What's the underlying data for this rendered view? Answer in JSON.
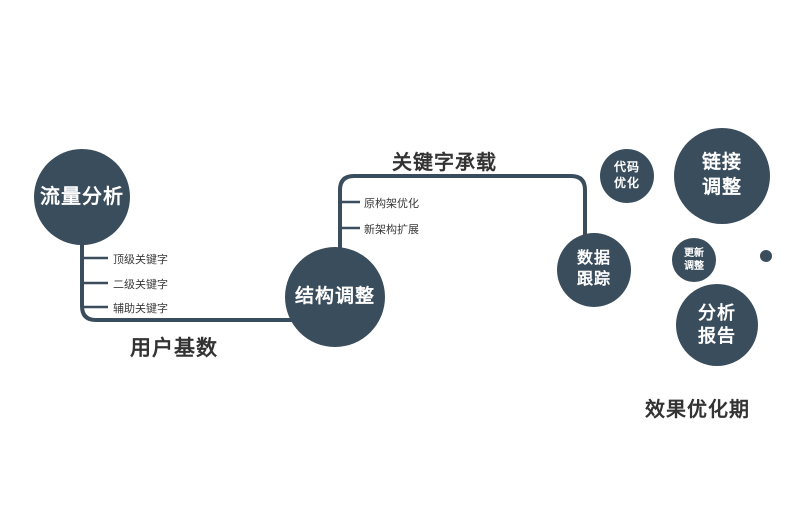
{
  "colors": {
    "primary": "#3a4d5d",
    "node_text": "#ffffff",
    "label_text": "#333333"
  },
  "nodes": {
    "traffic_analysis": {
      "label": "流量分析"
    },
    "structure_adjustment": {
      "label": "结构调整"
    },
    "data_tracking": {
      "lines": [
        "数据",
        "跟踪"
      ]
    },
    "code_optimization": {
      "lines": [
        "代码",
        "优化"
      ]
    },
    "link_adjustment": {
      "lines": [
        "链接",
        "调整"
      ]
    },
    "update_adjustment": {
      "lines": [
        "更新",
        "调整"
      ]
    },
    "analysis_report": {
      "lines": [
        "分析",
        "报告"
      ]
    }
  },
  "labels": {
    "keyword_carrying": "关键字承载",
    "user_base": "用户基数",
    "effect_optimization_period": "效果优化期"
  },
  "branches": {
    "traffic_keywords": [
      "顶级关键字",
      "二级关键字",
      "辅助关键字"
    ],
    "structure_items": [
      "原构架优化",
      "新架构扩展"
    ]
  }
}
